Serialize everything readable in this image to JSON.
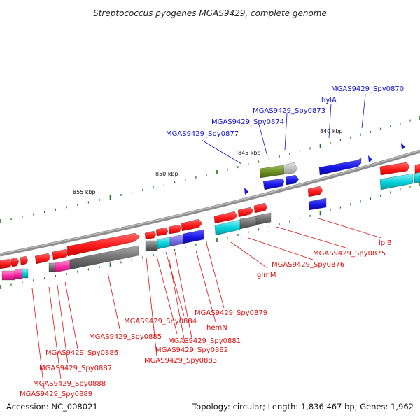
{
  "title": "Streptococcus pyogenes MGAS9429, complete genome",
  "footer": {
    "accession": "Accession: NC_008021",
    "summary": "Topology: circular; Length: 1,836,467 bp; Genes: 1,962"
  },
  "scale_labels": [
    "855 kbp",
    "850 kbp",
    "845 kbp",
    "840 kbp"
  ],
  "gene_labels_top": [
    "MGAS9429_Spy0870",
    "hylA",
    "MGAS9429_Spy0873",
    "MGAS9429_Spy0874",
    "MGAS9429_Spy0877"
  ],
  "gene_labels_bottom": [
    "lplB",
    "MGAS9429_Spy0875",
    "MGAS9429_Spy0876",
    "glmM",
    "MGAS9429_Spy0879",
    "hemN",
    "MGAS9429_Spy0884",
    "MGAS9429_Spy0885",
    "MGAS9429_Spy0881",
    "MGAS9429_Spy0882",
    "MGAS9429_Spy0883",
    "MGAS9429_Spy0886",
    "MGAS9429_Spy0887",
    "MGAS9429_Spy0888",
    "MGAS9429_Spy0889"
  ],
  "colors": {
    "backbone": "#8c8c8c",
    "forward_gene": "#ff1a1a",
    "reverse_gene": "#1616e6",
    "cog_cyan": "#00cfd8",
    "cog_magenta": "#ff2aa6",
    "cog_grey": "#6e6e6e",
    "cog_green": "#6b8c23",
    "cog_purple": "#7b6ee0",
    "tick": "#1d7a1d",
    "label_red": "#dd1111",
    "label_blue": "#1111cc"
  }
}
